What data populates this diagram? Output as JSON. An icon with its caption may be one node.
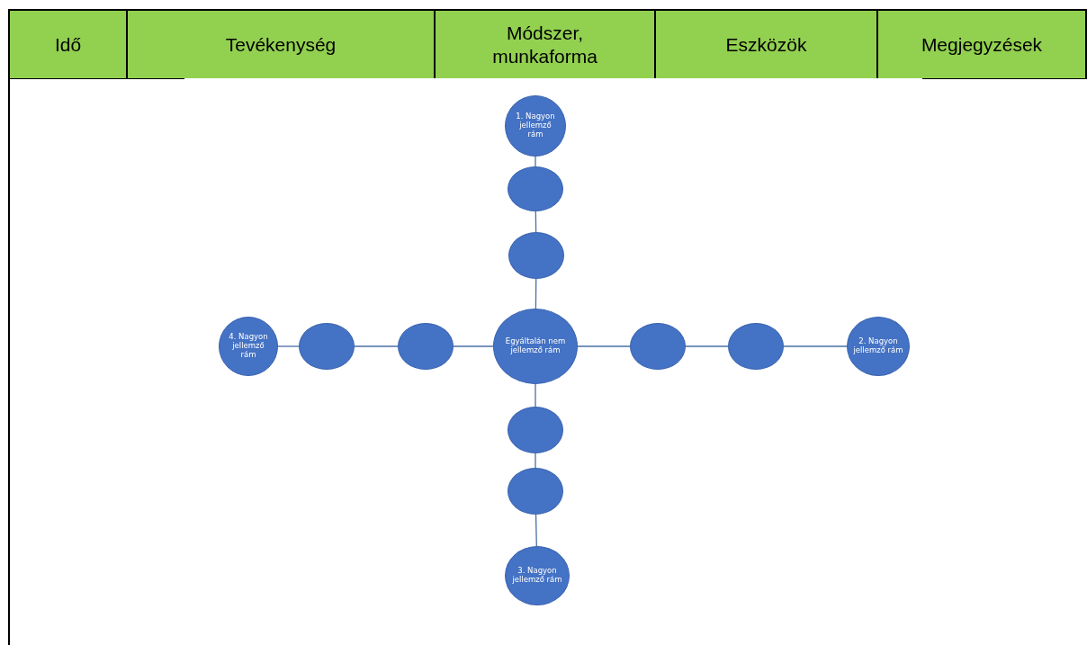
{
  "diagram": {
    "nodes": [
      {
        "text": [
          "1. Nagyon jellemző rám"
        ]
      },
      {
        "text": [],
        "shape": "circle"
      },
      {
        "text": [],
        "shape": "circle"
      },
      {
        "text": [
          "4. Nagyon jellemző rám"
        ]
      },
      {
        "text": [],
        "shape": "circle"
      },
      {
        "text": [],
        "shape": "circle"
      },
      {
        "text": [
          "Egyáltalán nem jellemző rám"
        ]
      },
      {
        "text": [],
        "shape": "circle"
      },
      {
        "text": [],
        "shape": "circle"
      },
      {
        "text": [
          "2. Nagyon jellemző rám"
        ]
      },
      {
        "text": [],
        "shape": "circle"
      },
      {
        "text": [],
        "shape": "circle"
      },
      {
        "text": [
          "3. Nagyon jellemző rám"
        ]
      }
    ],
    "edges": [
      {
        "from": 6,
        "to": 2,
        "arrow": "none"
      },
      {
        "from": 2,
        "to": 1,
        "arrow": "none"
      },
      {
        "from": 1,
        "to": 0,
        "arrow": "none"
      },
      {
        "from": 6,
        "to": 5,
        "arrow": "none"
      },
      {
        "from": 5,
        "to": 4,
        "arrow": "none"
      },
      {
        "from": 4,
        "to": 3,
        "arrow": "none"
      },
      {
        "from": 6,
        "to": 7,
        "arrow": "none"
      },
      {
        "from": 7,
        "to": 8,
        "arrow": "none"
      },
      {
        "from": 8,
        "to": 9,
        "arrow": "none"
      },
      {
        "from": 6,
        "to": 10,
        "arrow": "none"
      },
      {
        "from": 10,
        "to": 11,
        "arrow": "none"
      },
      {
        "from": 11,
        "to": 12,
        "arrow": "none"
      }
    ],
    "labels": [
      "Idő",
      "Tevékenység",
      "Módszer, munkaforma",
      "Eszközök",
      "Megjegyzések"
    ]
  }
}
